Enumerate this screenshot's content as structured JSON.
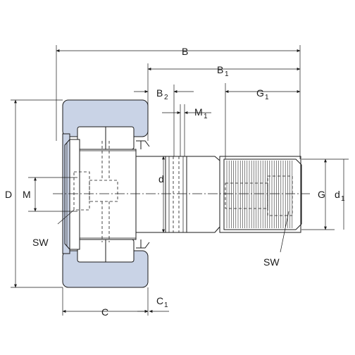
{
  "labels": {
    "B": "B",
    "B1_main": "B",
    "B1_sub": "1",
    "B2_main": "B",
    "B2_sub": "2",
    "G1_main": "G",
    "G1_sub": "1",
    "M1_main": "M",
    "M1_sub": "1",
    "D": "D",
    "M": "M",
    "d": "d",
    "G": "G",
    "d1_main": "d",
    "d1_sub": "1",
    "SW_left": "SW",
    "SW_right": "SW",
    "C": "C",
    "C1_main": "C",
    "C1_sub": "1"
  },
  "colors": {
    "outer_ring": "#c9d3e6",
    "line": "#1a1a1a",
    "background": "#ffffff"
  }
}
